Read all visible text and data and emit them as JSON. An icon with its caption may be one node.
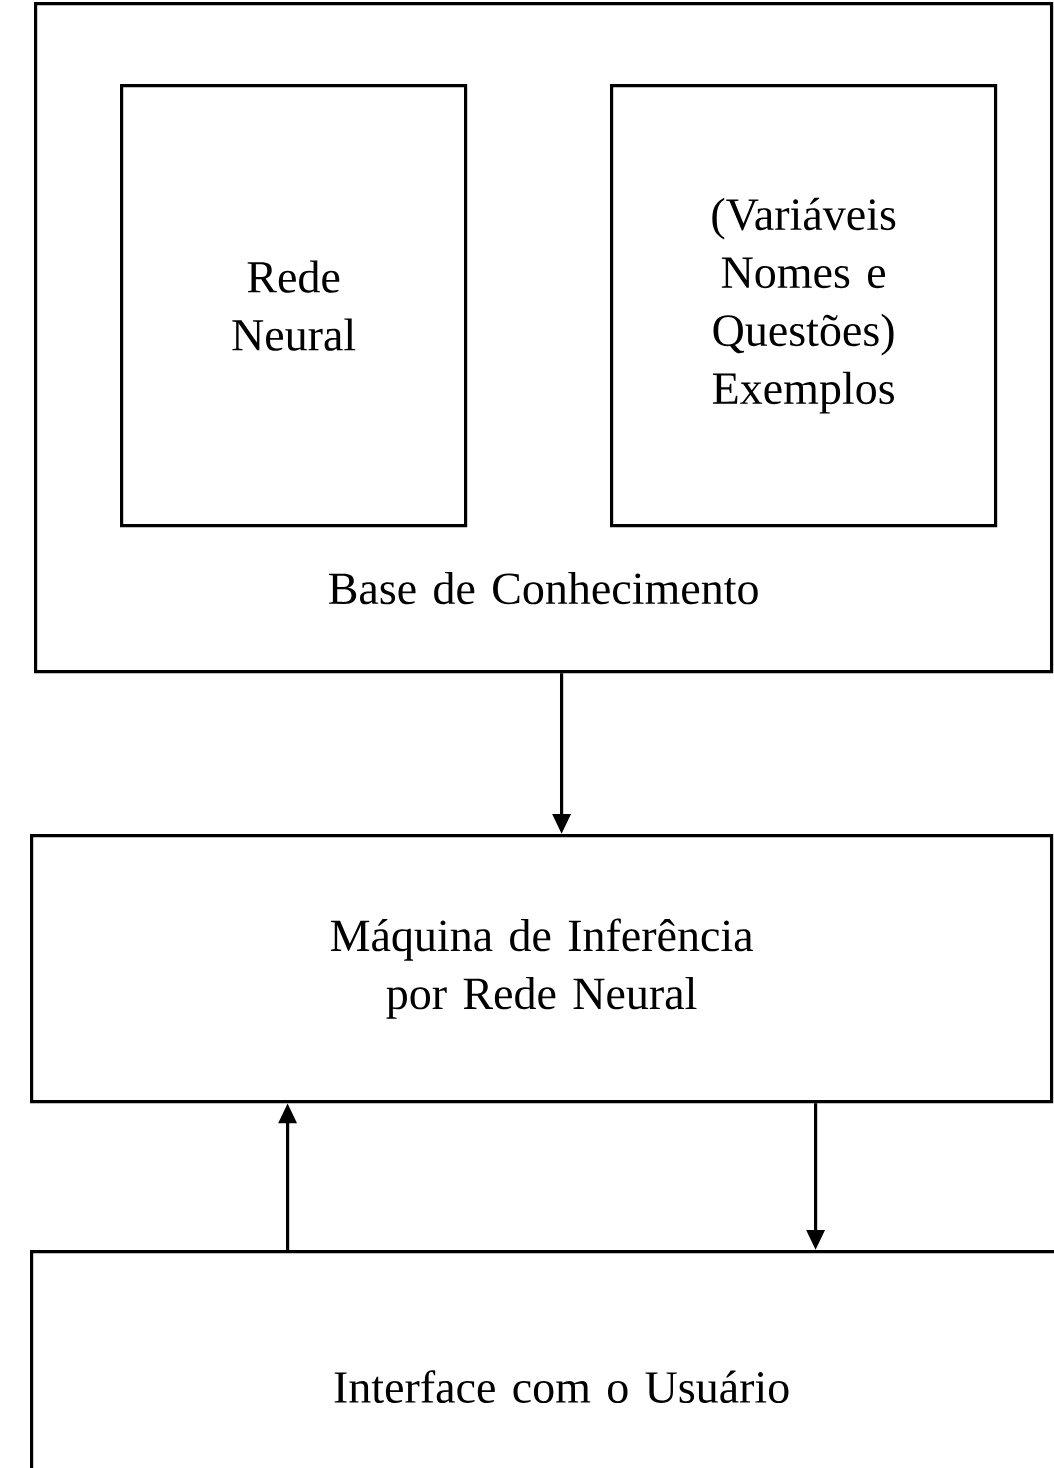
{
  "diagram": {
    "nodes": [
      {
        "text": [
          "Base de Conhecimento"
        ]
      },
      {
        "text": [
          "Rede Neural"
        ],
        "in": 0
      },
      {
        "text": [
          "(Variáveis Nomes e Questões) Exemplos"
        ],
        "in": 0
      },
      {
        "text": [
          "Máquina de Inferência por Rede Neural"
        ]
      },
      {
        "text": [
          "Interface com o Usuário"
        ]
      }
    ],
    "edges": [
      {
        "from": 0,
        "to": 3,
        "arrow": "to"
      },
      {
        "from": 4,
        "to": 3,
        "arrow": "to"
      },
      {
        "from": 3,
        "to": 4,
        "arrow": "to"
      }
    ]
  }
}
